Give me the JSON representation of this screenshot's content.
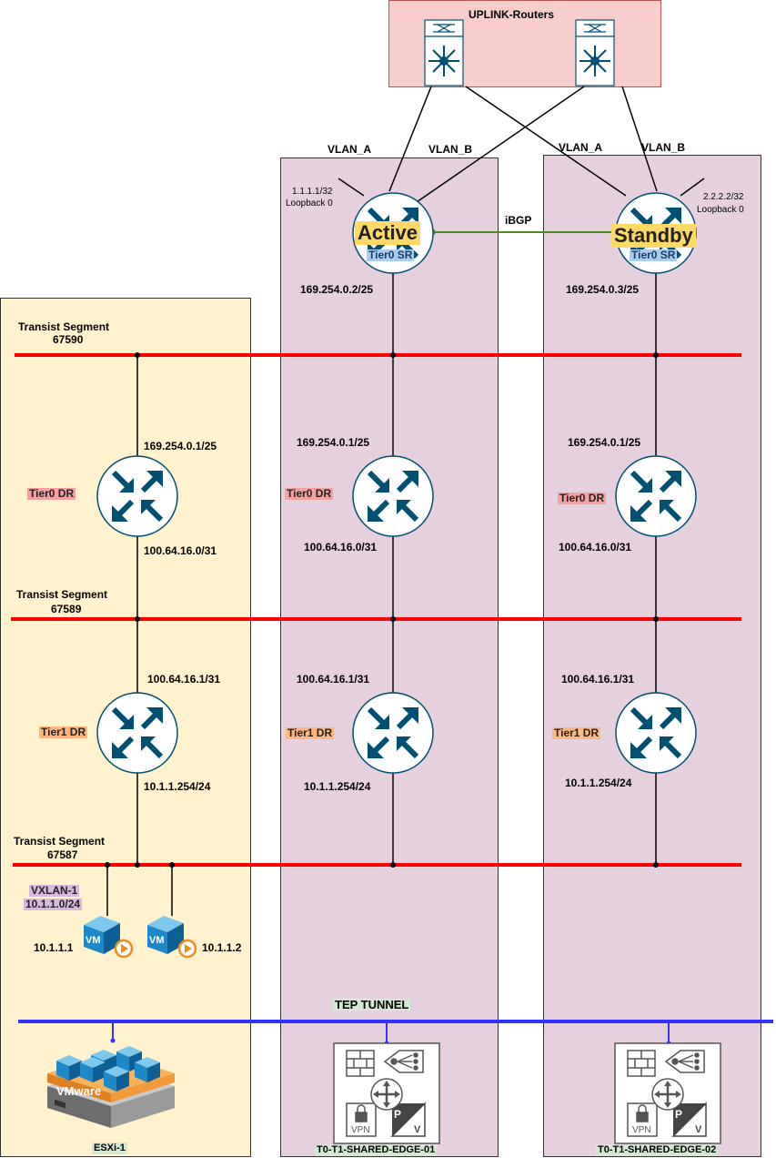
{
  "uplink": {
    "title": "UPLINK-Routers"
  },
  "vlans": {
    "a": "VLAN_A",
    "b": "VLAN_B"
  },
  "edge1": {
    "loopback_ip": "1.1.1.1/32",
    "loopback_name": "Loopback 0",
    "state": "Active",
    "sr_label": "Tier0 SR",
    "sr_ip": "169.254.0.2/25",
    "t0dr_ip_top": "169.254.0.1/25",
    "t0dr_label": "Tier0 DR",
    "t0dr_ip_bottom": "100.64.16.0/31",
    "t1dr_ip_top": "100.64.16.1/31",
    "t1dr_label": "Tier1 DR",
    "t1dr_ip_bottom": "10.1.1.254/24",
    "name": "T0-T1-SHARED-EDGE-01"
  },
  "edge2": {
    "loopback_ip": "2.2.2.2/32",
    "loopback_name": "Loopback 0",
    "state": "Standby",
    "sr_label": "Tier0 SR",
    "sr_ip": "169.254.0.3/25",
    "t0dr_ip_top": "169.254.0.1/25",
    "t0dr_label": "Tier0 DR",
    "t0dr_ip_bottom": "100.64.16.0/31",
    "t1dr_ip_top": "100.64.16.1/31",
    "t1dr_label": "Tier1 DR",
    "t1dr_ip_bottom": "10.1.1.254/24",
    "name": "T0-T1-SHARED-EDGE-02"
  },
  "ibgp": "iBGP",
  "esxi": {
    "seg1_name": "Transist Segment",
    "seg1_id": "67590",
    "t0dr_ip_top": "169.254.0.1/25",
    "t0dr_label": "Tier0 DR",
    "t0dr_ip_bottom": "100.64.16.0/31",
    "seg2_name": "Transist Segment",
    "seg2_id": "67589",
    "t1dr_ip_top": "100.64.16.1/31",
    "t1dr_label": "Tier1 DR",
    "t1dr_ip_bottom": "10.1.1.254/24",
    "seg3_name": "Transist Segment",
    "seg3_id": "67587",
    "vxlan_name": "VXLAN-1",
    "vxlan_net": "10.1.1.0/24",
    "vm1_ip": "10.1.1.1",
    "vm2_ip": "10.1.1.2",
    "vm_text": "VM",
    "vmware_text": "VMware",
    "name": "ESXi-1"
  },
  "tep": "TEP TUNNEL",
  "edge_icon_text": {
    "vpn": "VPN",
    "p": "P",
    "v": "V"
  },
  "colors": {
    "esxi_panel": "#fff2cc",
    "edge_panel": "#e6d0de",
    "uplink_panel": "#f8cecc",
    "segment": "#ff0000",
    "tep": "#3333ff",
    "router": "#005073",
    "ibgp": "#4d8a1f"
  }
}
